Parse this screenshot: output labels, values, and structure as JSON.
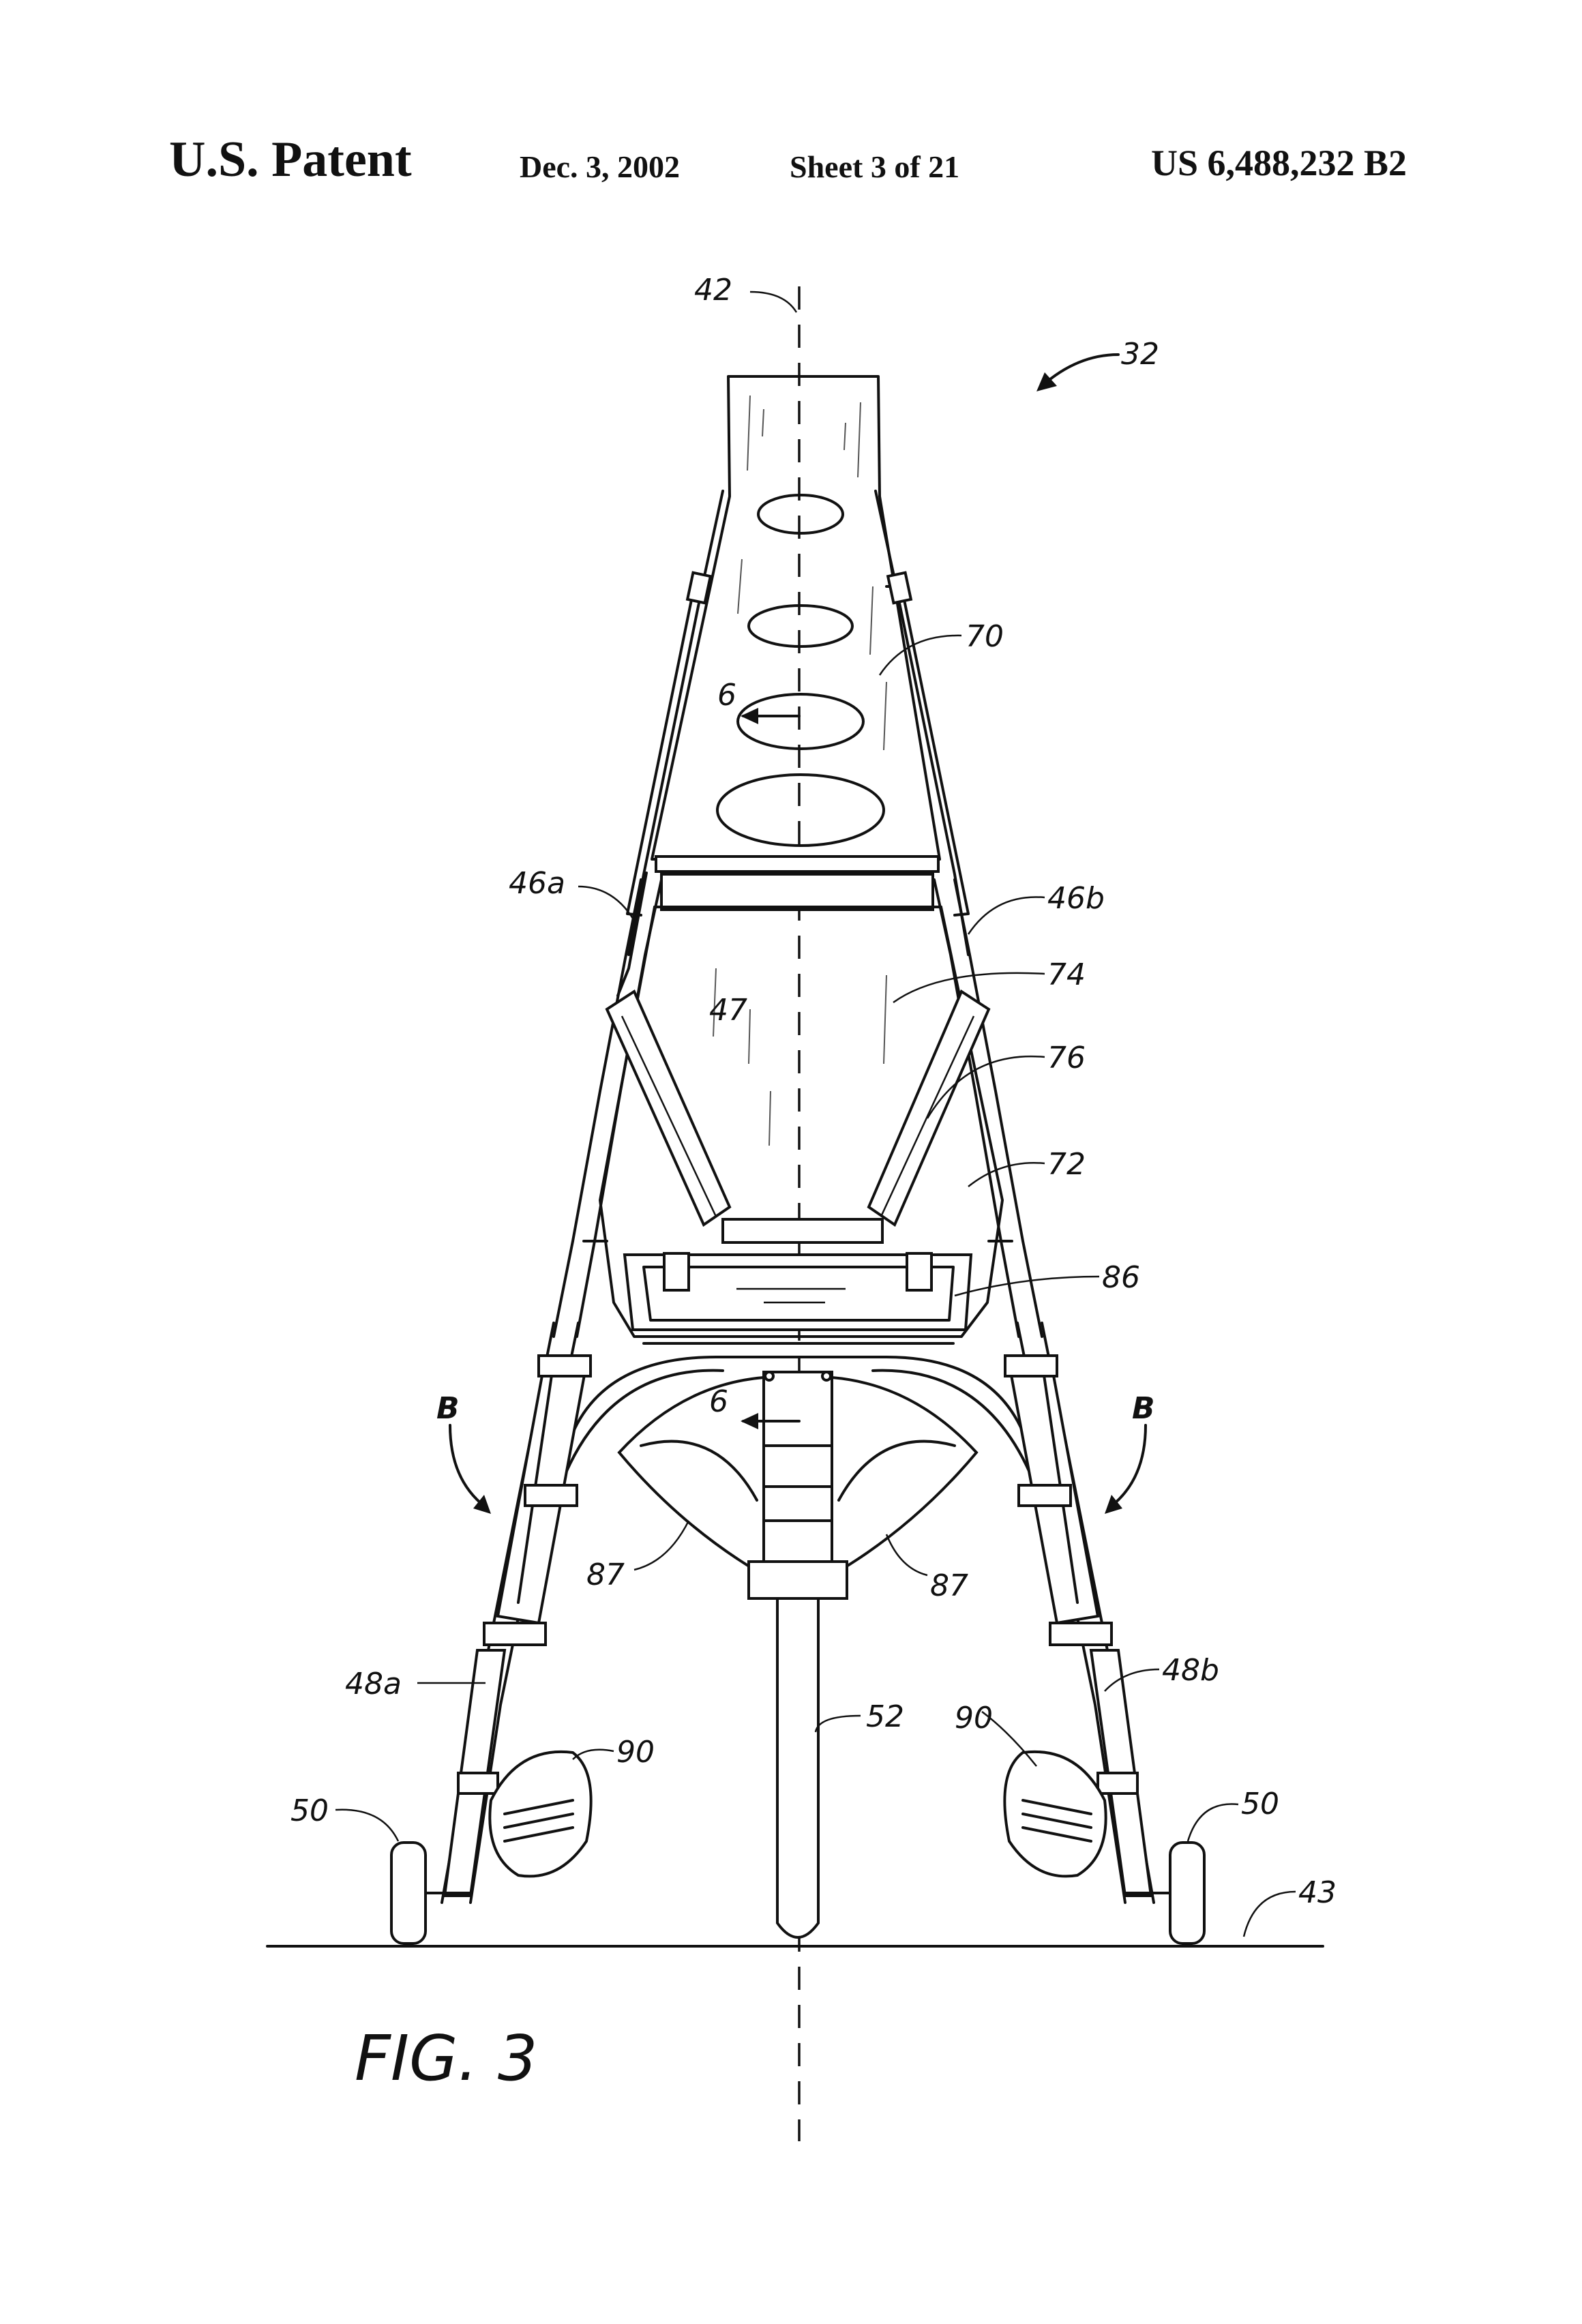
{
  "header": {
    "title": "U.S. Patent",
    "date": "Dec. 3, 2002",
    "sheet": "Sheet 3 of 21",
    "patent_number": "US 6,488,232 B2"
  },
  "figure": {
    "caption": "FIG. 3",
    "labels": {
      "axis": "42",
      "assembly": "32",
      "ground": "43",
      "frame_upper": "70",
      "frame_mid": "74",
      "frame_lower": "72",
      "brace": "76",
      "seat_area": "47",
      "section_top": "6",
      "section_bottom": "6",
      "leg_left_upper": "46a",
      "leg_right_upper": "46b",
      "leg_left_lower": "48a",
      "leg_right_lower": "48b",
      "handle": "86",
      "panel_left": "87",
      "panel_right": "87",
      "post": "52",
      "pedal_left": "90",
      "pedal_right": "90",
      "wheel_left": "50",
      "wheel_right": "50",
      "view_left": "B",
      "view_right": "B"
    }
  }
}
